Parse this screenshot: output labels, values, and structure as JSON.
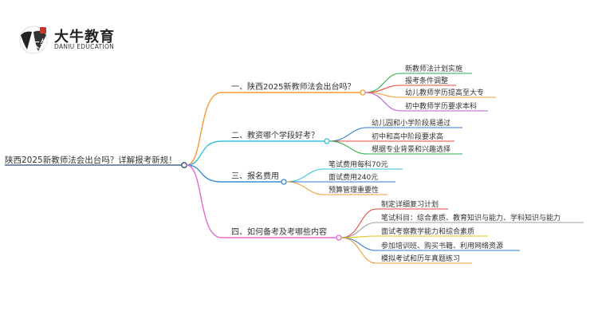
{
  "brand": {
    "name": "大牛教育",
    "subtitle": "DANIU EDUCATION",
    "mark_text": "大牛",
    "mark_color": "#c0392b"
  },
  "mindmap": {
    "root": "陕西2025新教师法会出台吗？详解报考新规！",
    "branches": [
      {
        "label": "一、陕西2025新教师法会出台吗？",
        "color": "#f39c35",
        "children": [
          {
            "label": "新教师法计划实施",
            "color": "#2eae4a"
          },
          {
            "label": "报考条件调整",
            "color": "#e04b3c"
          },
          {
            "label": "幼儿教师学历提高至大专",
            "color": "#f39c35"
          },
          {
            "label": "初中教师学历要求本科",
            "color": "#b35fd1"
          }
        ]
      },
      {
        "label": "二、教资哪个学段好考？",
        "color": "#35c1de",
        "children": [
          {
            "label": "幼儿园和小学阶段易通过",
            "color": "#2f7cd1"
          },
          {
            "label": "初中和高中阶段要求高",
            "color": "#e04b3c"
          },
          {
            "label": "根据专业背景和兴趣选择",
            "color": "#2eae4a"
          }
        ]
      },
      {
        "label": "三、报名费用",
        "color": "#3a8fd1",
        "children": [
          {
            "label": "笔试费用每科70元",
            "color": "#35c1de"
          },
          {
            "label": "面试费用240元",
            "color": "#2f7cd1"
          },
          {
            "label": "预算管理重要性",
            "color": "#f39c35"
          }
        ]
      },
      {
        "label": "四、如何备考及考哪些内容",
        "color": "#e36ad0",
        "children": [
          {
            "label": "制定详细复习计划",
            "color": "#e04b3c"
          },
          {
            "label": "笔试科目：综合素质、教育知识与能力、学科知识与能力",
            "color": "#9aa0a6"
          },
          {
            "label": "面试考察教学能力和综合素质",
            "color": "#e6c619"
          },
          {
            "label": "参加培训班、购买书籍、利用网络资源",
            "color": "#2f7cd1"
          },
          {
            "label": "模拟考试和历年真题练习",
            "color": "#f39c35"
          }
        ]
      }
    ]
  }
}
